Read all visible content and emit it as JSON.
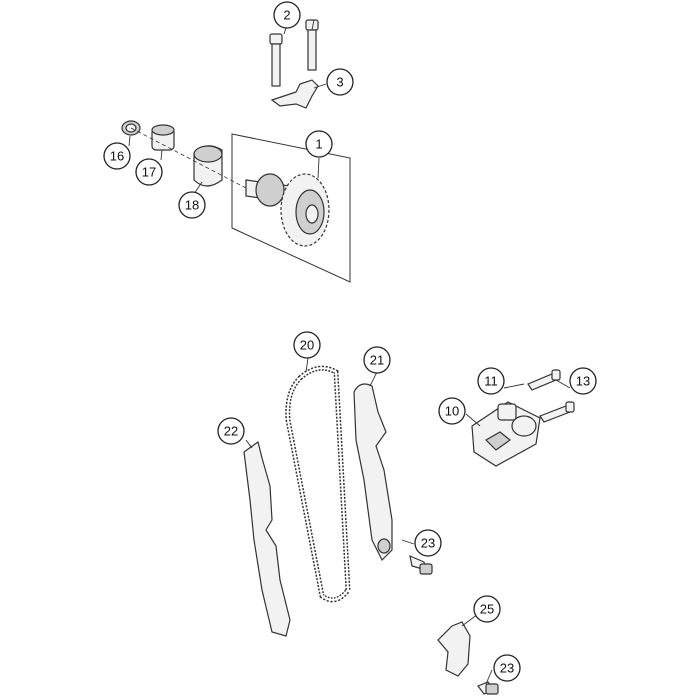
{
  "diagram": {
    "callouts": [
      {
        "key": "c2",
        "label": "2"
      },
      {
        "key": "c3",
        "label": "3"
      },
      {
        "key": "c1",
        "label": "1"
      },
      {
        "key": "c16",
        "label": "16"
      },
      {
        "key": "c17",
        "label": "17"
      },
      {
        "key": "c18",
        "label": "18"
      },
      {
        "key": "c20",
        "label": "20"
      },
      {
        "key": "c21",
        "label": "21"
      },
      {
        "key": "c22",
        "label": "22"
      },
      {
        "key": "c11",
        "label": "11"
      },
      {
        "key": "c13",
        "label": "13"
      },
      {
        "key": "c10",
        "label": "10"
      },
      {
        "key": "c23a",
        "label": "23"
      },
      {
        "key": "c25",
        "label": "25"
      },
      {
        "key": "c23b",
        "label": "23"
      }
    ]
  }
}
